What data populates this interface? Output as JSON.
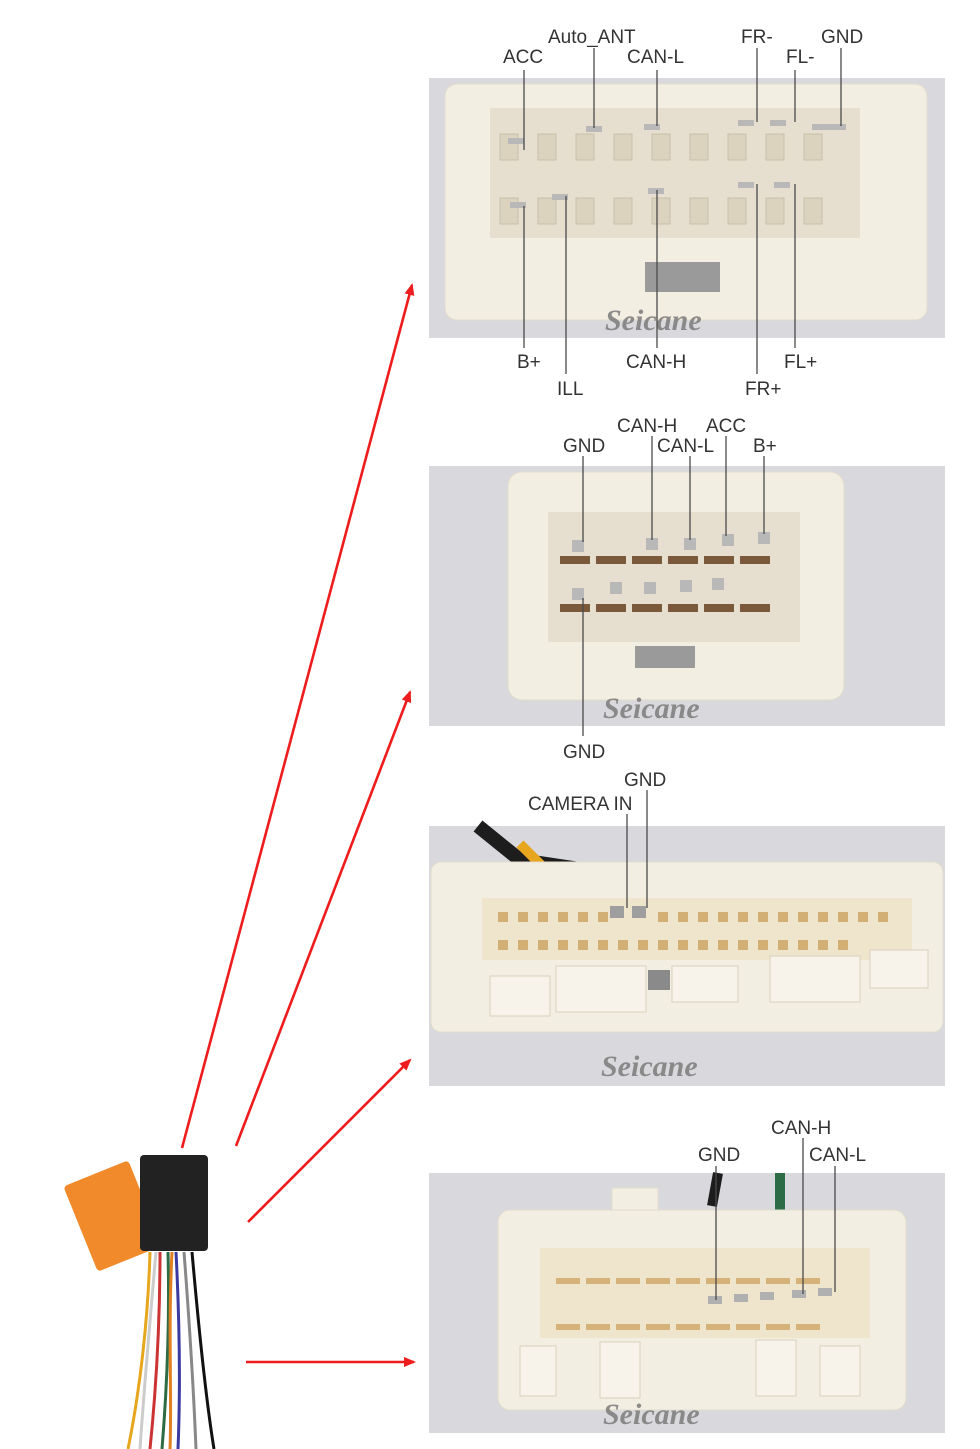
{
  "watermark": "Seicane",
  "panels": [
    {
      "id": "connector-1",
      "top_labels": [
        "Auto_ANT",
        "ACC",
        "CAN-L",
        "FR-",
        "FL-",
        "GND"
      ],
      "bottom_labels": [
        "B+",
        "ILL",
        "CAN-H",
        "FR+",
        "FL+"
      ]
    },
    {
      "id": "connector-2",
      "top_labels": [
        "CAN-H",
        "ACC",
        "GND",
        "CAN-L",
        "B+"
      ],
      "bottom_labels": [
        "GND"
      ]
    },
    {
      "id": "connector-3",
      "top_labels": [
        "GND",
        "CAMERA IN"
      ],
      "bottom_labels": []
    },
    {
      "id": "connector-4",
      "top_labels": [
        "CAN-H",
        "GND",
        "CAN-L"
      ],
      "bottom_labels": []
    }
  ],
  "colors": {
    "arrow": "#ee1c1c",
    "panel_bg": "#d9d9dd",
    "connector_body": "#f3eee2",
    "pin": "#b8b8b8",
    "leader_line": "#4a4a4a",
    "harness_box": "#222222",
    "harness_tag": "#f08a2a"
  }
}
